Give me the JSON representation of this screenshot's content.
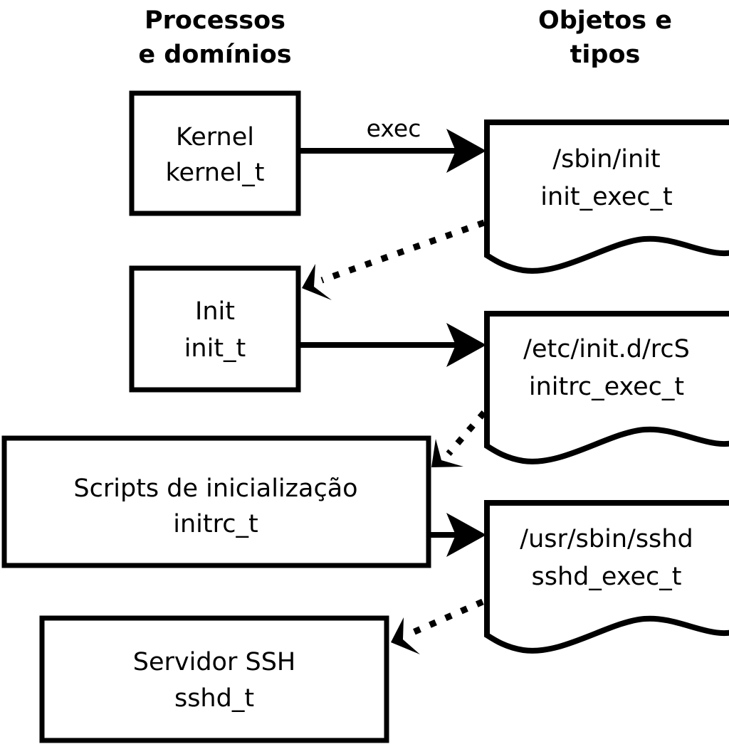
{
  "diagram": {
    "title_columns": [
      {
        "id": "processes",
        "line1": "Processos",
        "line2": "e domínios"
      },
      {
        "id": "objects",
        "line1": "Objetos e",
        "line2": "tipos"
      }
    ],
    "process_nodes": [
      {
        "id": "kernel",
        "line1": "Kernel",
        "line2": "kernel_t"
      },
      {
        "id": "init",
        "line1": "Init",
        "line2": "init_t"
      },
      {
        "id": "initrc",
        "line1": "Scripts de inicialização",
        "line2": "initrc_t"
      },
      {
        "id": "sshd",
        "line1": "Servidor SSH",
        "line2": "sshd_t"
      }
    ],
    "object_nodes": [
      {
        "id": "init-exec",
        "line1": "/sbin/init",
        "line2": "init_exec_t"
      },
      {
        "id": "initrc-exec",
        "line1": "/etc/init.d/rcS",
        "line2": "initrc_exec_t"
      },
      {
        "id": "sshd-exec",
        "line1": "/usr/sbin/sshd",
        "line2": "sshd_exec_t"
      }
    ],
    "edges": [
      {
        "id": "kernel-exec-init",
        "label": "exec",
        "style": "solid",
        "from": "kernel",
        "to": "init-exec"
      },
      {
        "id": "initexec-transition-init",
        "label": "",
        "style": "dotted",
        "from": "init-exec",
        "to": "init"
      },
      {
        "id": "init-exec-initrc",
        "label": "",
        "style": "solid",
        "from": "init",
        "to": "initrc-exec"
      },
      {
        "id": "initrcexec-transition-initrc",
        "label": "",
        "style": "dotted",
        "from": "initrc-exec",
        "to": "initrc"
      },
      {
        "id": "initrc-exec-sshd",
        "label": "",
        "style": "solid",
        "from": "initrc",
        "to": "sshd-exec"
      },
      {
        "id": "sshdexec-transition-sshd",
        "label": "",
        "style": "dotted",
        "from": "sshd-exec",
        "to": "sshd"
      }
    ],
    "colors": {
      "stroke": "#000000",
      "fill": "#ffffff",
      "background": "#ffffff"
    }
  }
}
